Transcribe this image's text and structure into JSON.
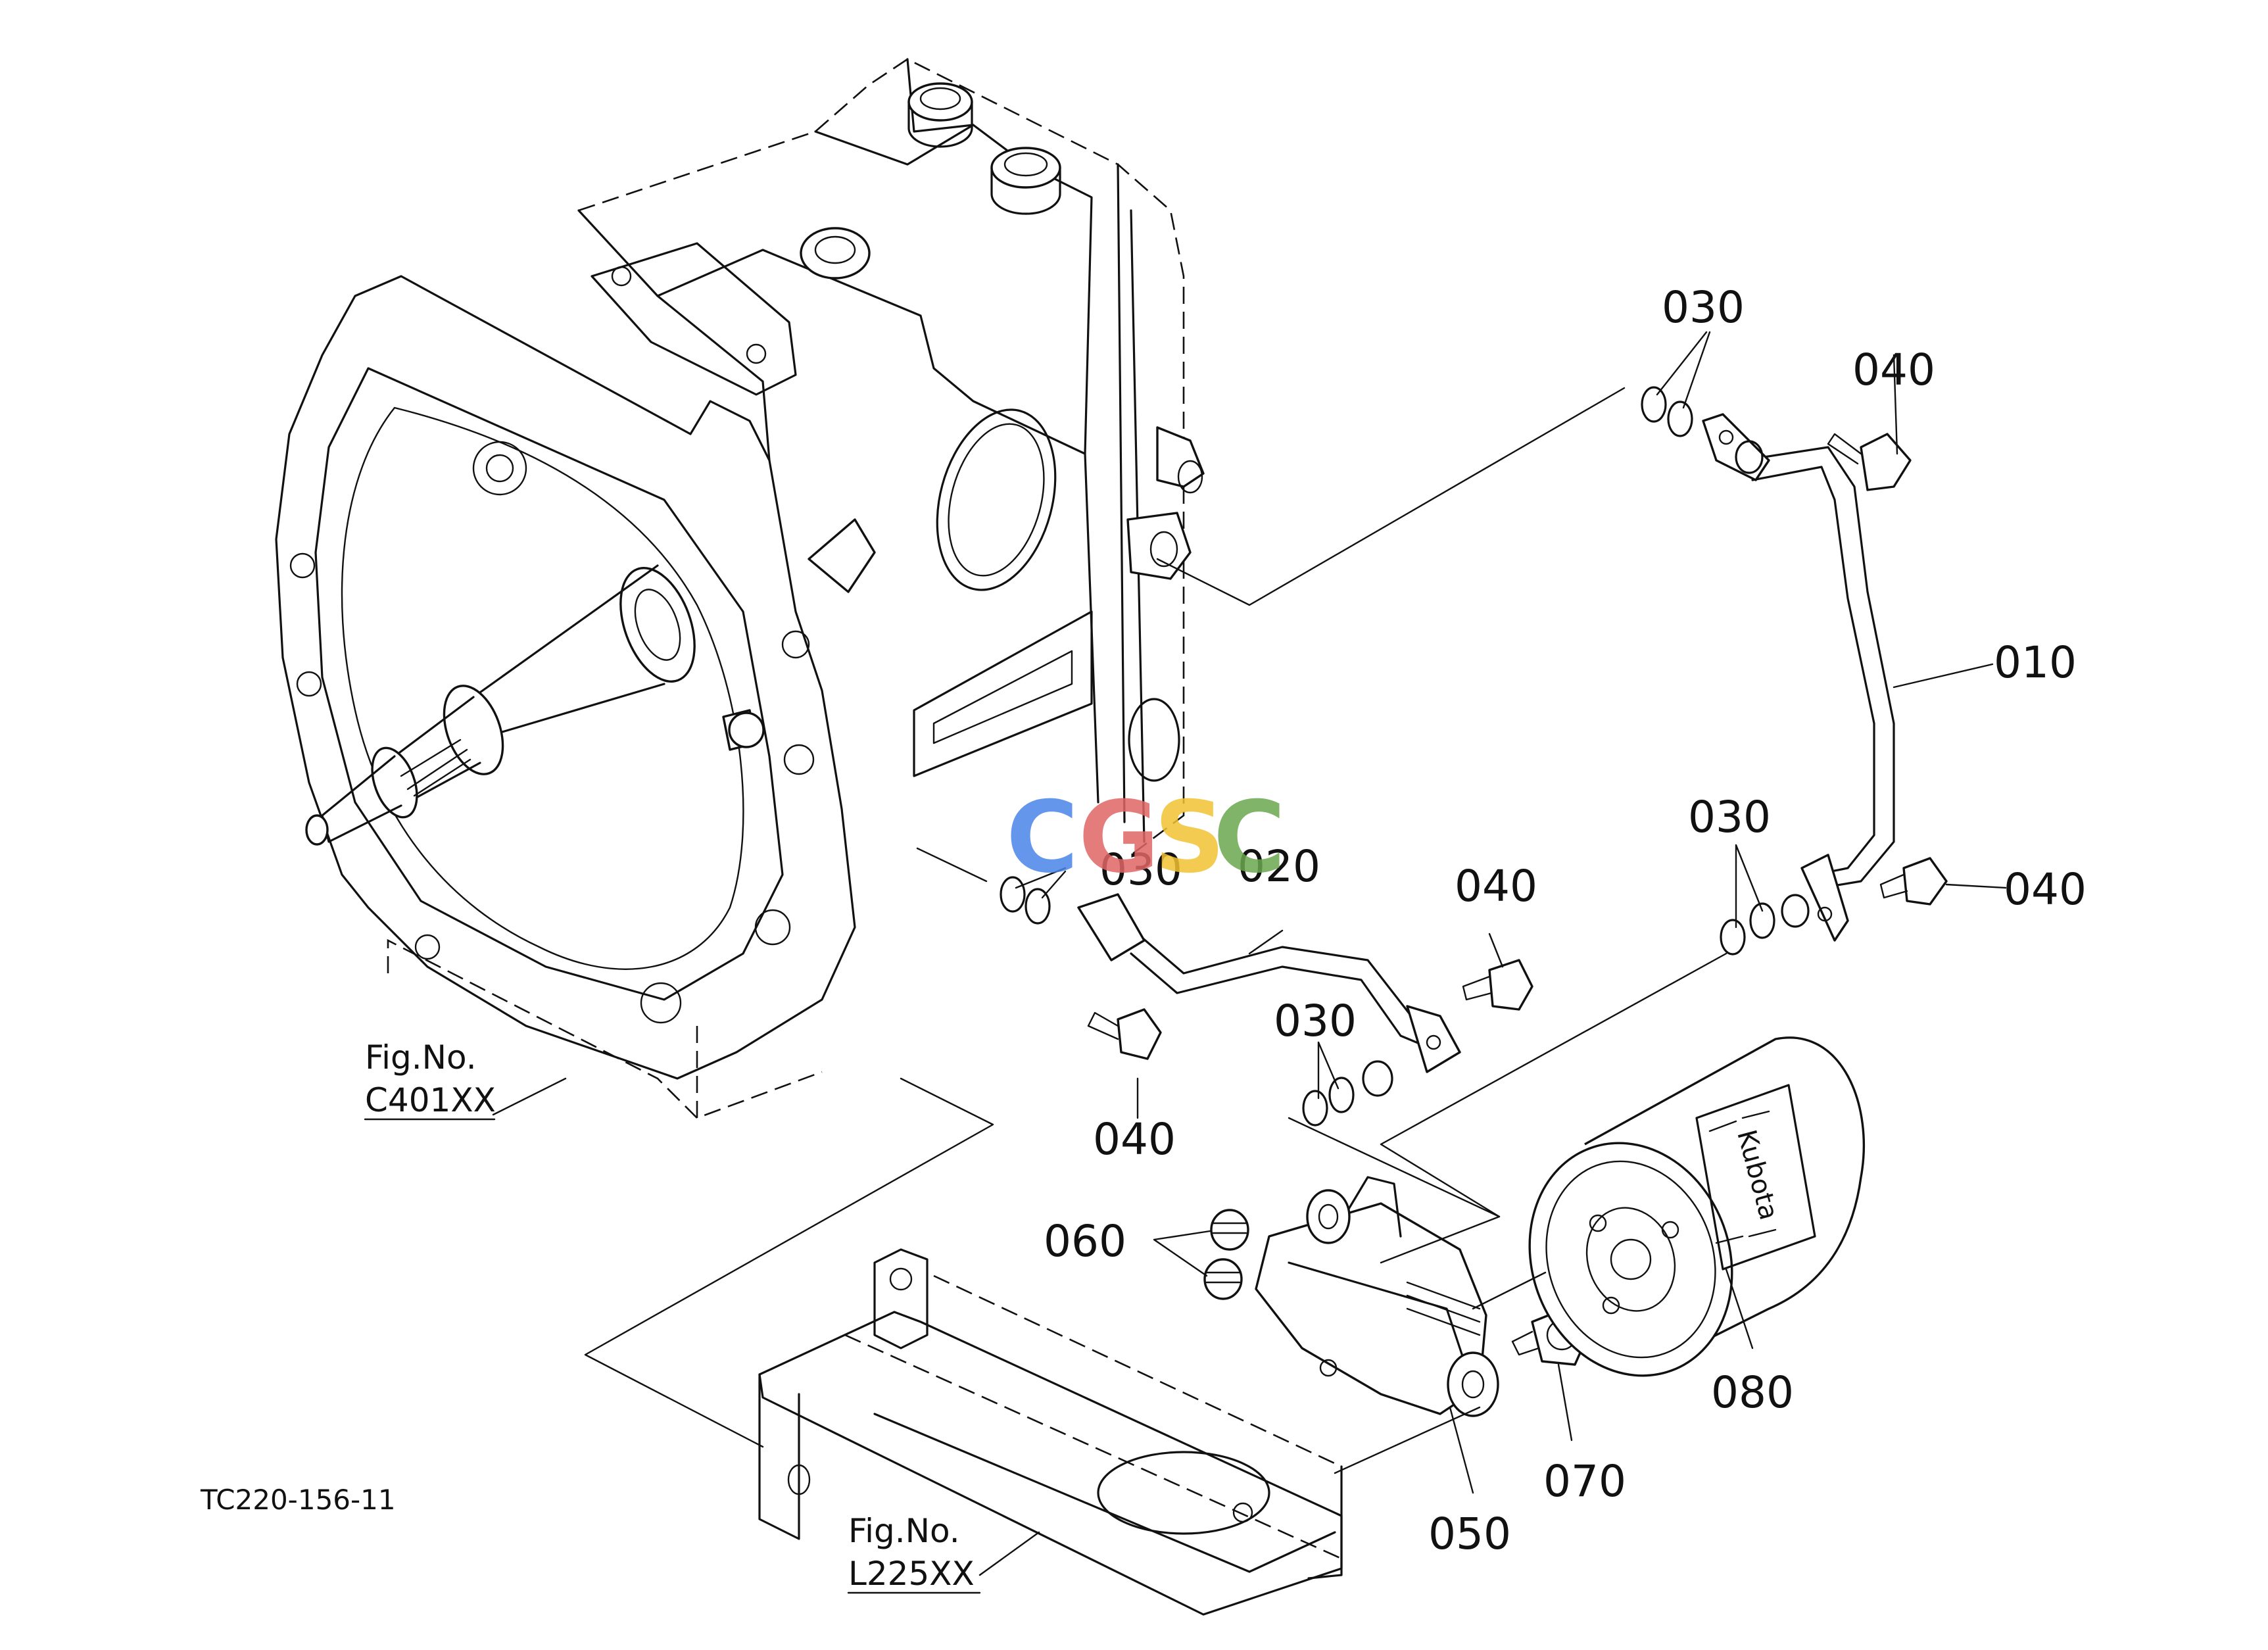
{
  "labels": {
    "p010": "010",
    "p020": "020",
    "p030_top": "030",
    "p030_mid": "030",
    "p030_right": "030",
    "p030_low": "030",
    "p040_top": "040",
    "p040_right": "040",
    "p040_mid": "040",
    "p040_low": "040",
    "p050": "050",
    "p060": "060",
    "p070": "070",
    "p080": "080"
  },
  "fig_refs": {
    "c401_line1": "Fig.No.",
    "c401_line2": "C401XX",
    "l225_line1": "Fig.No.",
    "l225_line2": "L225XX"
  },
  "drawing_code": "TC220-156-11",
  "watermark": {
    "letters": [
      "C",
      "G",
      "S",
      "C"
    ],
    "colors": [
      "#4a86e8",
      "#e06666",
      "#f1c232",
      "#6aa84f"
    ]
  },
  "filter_brand": "Kubota"
}
